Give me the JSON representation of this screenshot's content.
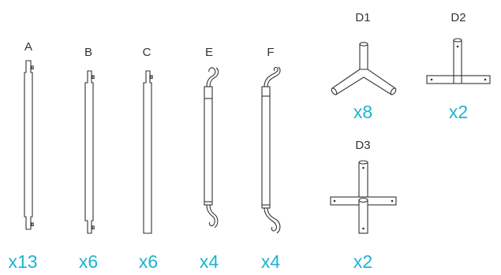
{
  "parts": [
    {
      "id": "A",
      "label": "A",
      "quantity": "x13"
    },
    {
      "id": "B",
      "label": "B",
      "quantity": "x6"
    },
    {
      "id": "C",
      "label": "C",
      "quantity": "x6"
    },
    {
      "id": "E",
      "label": "E",
      "quantity": "x4"
    },
    {
      "id": "F",
      "label": "F",
      "quantity": "x4"
    },
    {
      "id": "D1",
      "label": "D1",
      "quantity": "x8"
    },
    {
      "id": "D2",
      "label": "D2",
      "quantity": "x2"
    },
    {
      "id": "D3",
      "label": "D3",
      "quantity": "x2"
    }
  ],
  "colors": {
    "quantity_text": "#1fb3d1",
    "label_text": "#333333",
    "line": "#333333",
    "background": "#ffffff"
  }
}
